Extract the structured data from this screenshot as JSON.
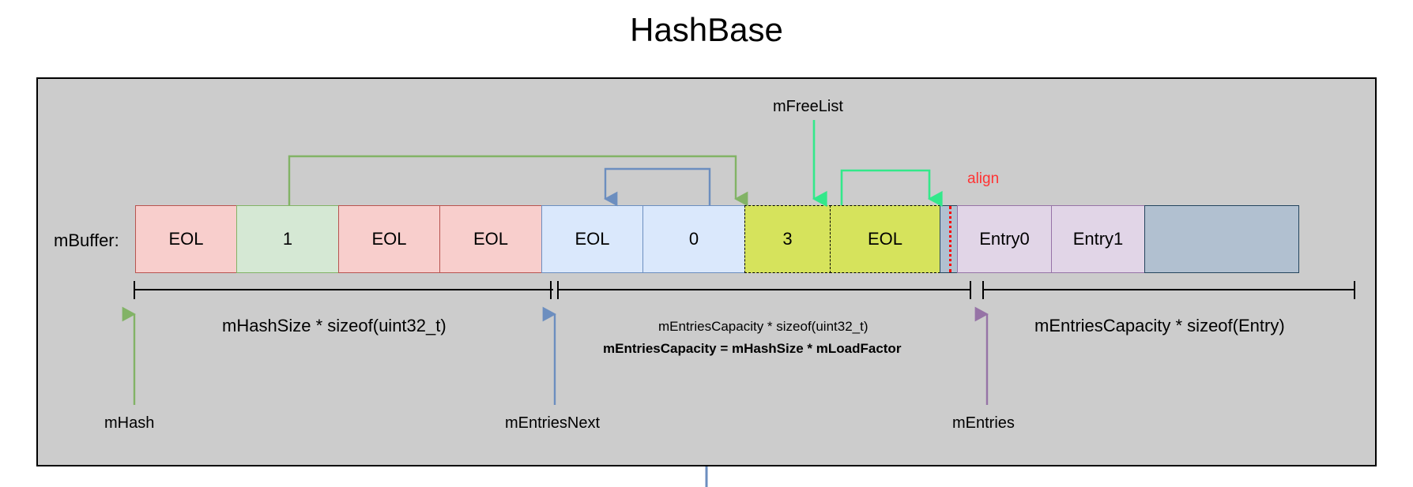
{
  "title": "HashBase",
  "panel": {
    "label": "mBuffer:"
  },
  "colors": {
    "background": "#ffffff",
    "panel_fill": "#cccccc",
    "hash_fill": "#f8cecc",
    "hash_stroke": "#b85450",
    "hash_used_fill": "#d5e8d4",
    "hash_used_stroke": "#82b366",
    "next_fill": "#dae8fc",
    "next_stroke": "#6c8ebf",
    "free_fill": "#d6e35c",
    "free_stroke": "#000000",
    "pad_fill": "#b1c0d0",
    "pad_stroke": "#23445d",
    "entry_fill": "#e1d5e7",
    "entry_stroke": "#9673a6",
    "align_text": "#ff3333",
    "free_arrow": "#33e88a",
    "green_arrow": "#82b366",
    "blue_arrow": "#6c8ebf",
    "purple_arrow": "#9673a6"
  },
  "cells": [
    {
      "label": "EOL",
      "kind": "hash",
      "width": 130
    },
    {
      "label": "1",
      "kind": "hashused",
      "width": 130
    },
    {
      "label": "EOL",
      "kind": "hash",
      "width": 130
    },
    {
      "label": "EOL",
      "kind": "hash",
      "width": 130
    },
    {
      "label": "EOL",
      "kind": "next",
      "width": 130
    },
    {
      "label": "0",
      "kind": "next",
      "width": 130
    },
    {
      "label": "3",
      "kind": "free",
      "width": 110
    },
    {
      "label": "EOL",
      "kind": "free",
      "width": 140
    },
    {
      "label": "",
      "kind": "pad",
      "width": 24
    },
    {
      "label": "Entry0",
      "kind": "entry",
      "width": 120
    },
    {
      "label": "Entry1",
      "kind": "entry",
      "width": 120
    },
    {
      "label": "",
      "kind": "tail",
      "width": 196
    }
  ],
  "pointers": {
    "free_list": "mFreeList",
    "hash": "mHash",
    "entries_next": "mEntriesNext",
    "entries": "mEntries"
  },
  "annotations": {
    "align": "align"
  },
  "spans": [
    {
      "text": "mHashSize * sizeof(uint32_t)"
    },
    {
      "text": "mEntriesCapacity * sizeof(uint32_t)"
    },
    {
      "text": "mEntriesCapacity = mHashSize * mLoadFactor"
    },
    {
      "text": "mEntriesCapacity * sizeof(Entry)"
    }
  ]
}
